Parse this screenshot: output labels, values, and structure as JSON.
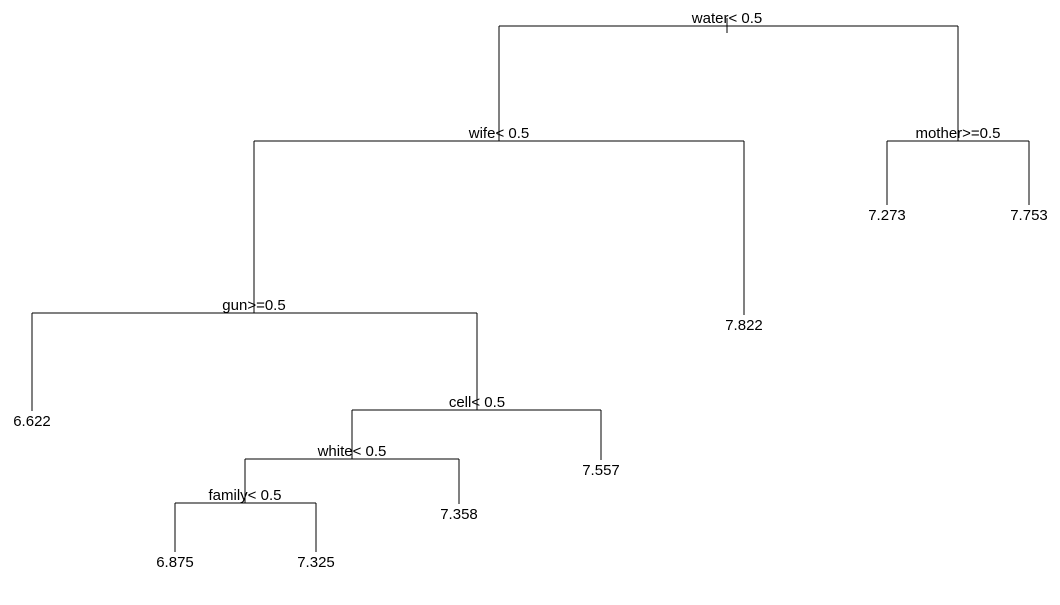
{
  "nodes": [
    {
      "id": "root",
      "split": "water< 0.5"
    },
    {
      "id": "n_wife",
      "split": "wife< 0.5"
    },
    {
      "id": "n_mother",
      "split": "mother>=0.5"
    },
    {
      "id": "n_gun",
      "split": "gun>=0.5"
    },
    {
      "id": "n_cell",
      "split": "cell< 0.5"
    },
    {
      "id": "n_white",
      "split": "white< 0.5"
    },
    {
      "id": "n_family",
      "split": "family< 0.5"
    }
  ],
  "leaves": [
    {
      "id": "leaf_7273",
      "value": "7.273"
    },
    {
      "id": "leaf_7753",
      "value": "7.753"
    },
    {
      "id": "leaf_7822",
      "value": "7.822"
    },
    {
      "id": "leaf_6622",
      "value": "6.622"
    },
    {
      "id": "leaf_7557",
      "value": "7.557"
    },
    {
      "id": "leaf_7358",
      "value": "7.358"
    },
    {
      "id": "leaf_6875",
      "value": "6.875"
    },
    {
      "id": "leaf_7325",
      "value": "7.325"
    }
  ],
  "edges": [
    {
      "parent": "root",
      "left": "n_wife",
      "right": "n_mother"
    },
    {
      "parent": "n_wife",
      "left": "n_gun",
      "right": "leaf_7822"
    },
    {
      "parent": "n_mother",
      "left": "leaf_7273",
      "right": "leaf_7753"
    },
    {
      "parent": "n_gun",
      "left": "leaf_6622",
      "right": "n_cell"
    },
    {
      "parent": "n_cell",
      "left": "n_white",
      "right": "leaf_7557"
    },
    {
      "parent": "n_white",
      "left": "n_family",
      "right": "leaf_7358"
    },
    {
      "parent": "n_family",
      "left": "leaf_6875",
      "right": "leaf_7325"
    }
  ]
}
